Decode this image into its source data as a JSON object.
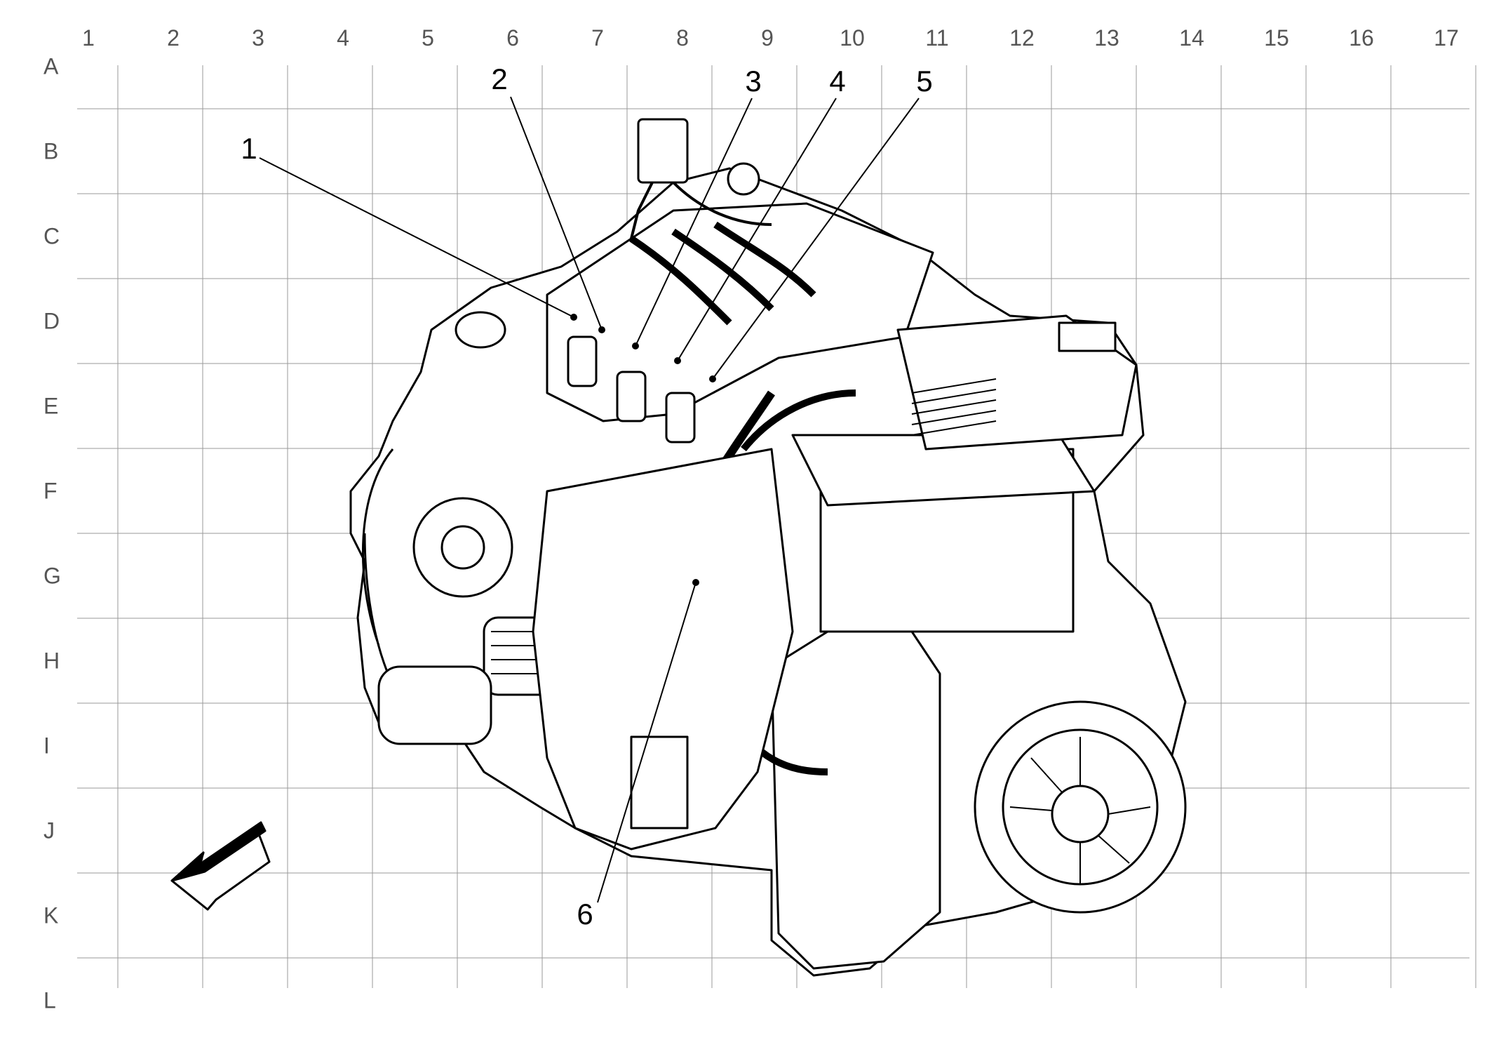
{
  "grid": {
    "columns": [
      "1",
      "2",
      "3",
      "4",
      "5",
      "6",
      "7",
      "8",
      "9",
      "10",
      "11",
      "12",
      "13",
      "14",
      "15",
      "16",
      "17"
    ],
    "rows": [
      "A",
      "B",
      "C",
      "D",
      "E",
      "F",
      "G",
      "H",
      "I",
      "J",
      "K",
      "L"
    ]
  },
  "callouts": [
    {
      "id": "1",
      "label": "1"
    },
    {
      "id": "2",
      "label": "2"
    },
    {
      "id": "3",
      "label": "3"
    },
    {
      "id": "4",
      "label": "4"
    },
    {
      "id": "5",
      "label": "5"
    },
    {
      "id": "6",
      "label": "6"
    }
  ],
  "illustration": {
    "subject": "engine-and-transaxle-assembly",
    "line_color": "#000000",
    "grid_color": "#9a9a9a"
  }
}
